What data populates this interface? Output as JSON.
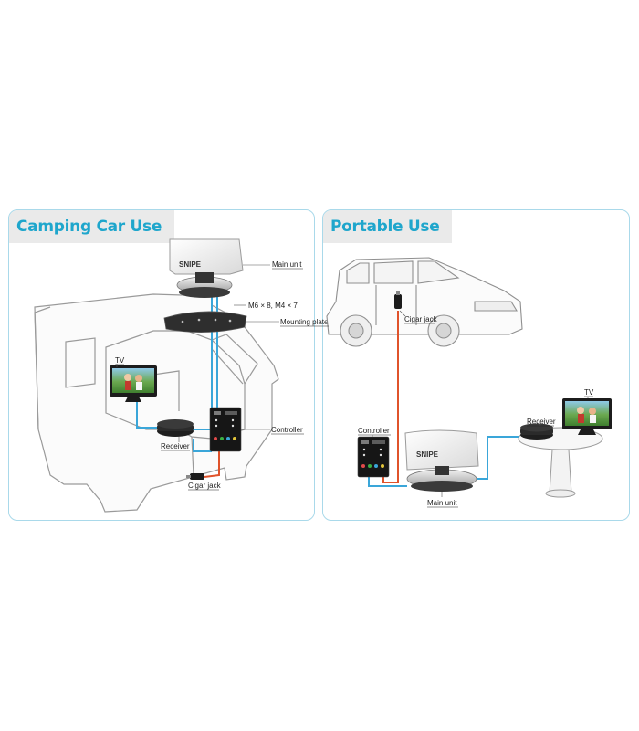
{
  "colors": {
    "accent": "#1fa6cc",
    "signal_cable": "#3aa6d9",
    "power_cable": "#e0532b",
    "border": "#a9d9ea",
    "tab_bg": "#eaeaea"
  },
  "camping": {
    "title": "Camping Car Use",
    "labels": {
      "main_unit": "Main unit",
      "screws": "M6 × 8, M4 × 7",
      "mounting_plate": "Mounting plate",
      "tv": "TV",
      "receiver": "Receiver",
      "controller": "Controller",
      "cigar_jack": "Cigar jack"
    },
    "brand": "SNIPE"
  },
  "portable": {
    "title": "Portable Use",
    "labels": {
      "cigar_jack": "Cigar jack",
      "controller": "Controller",
      "main_unit": "Main unit",
      "receiver": "Receiver",
      "tv": "TV"
    },
    "brand": "SNIPE"
  }
}
